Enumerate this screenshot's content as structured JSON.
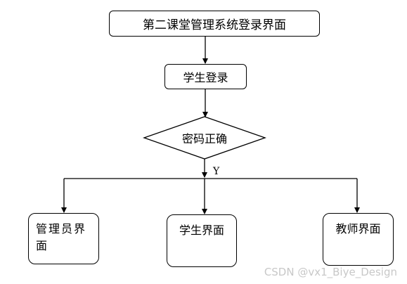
{
  "diagram": {
    "title": "第二课堂管理系统登录界面",
    "login": "学生登录",
    "decision": "密码正确",
    "branch_yes": "Y",
    "targets": [
      {
        "label": "管理员界面"
      },
      {
        "label": "学生界面"
      },
      {
        "label": "教师界面"
      }
    ]
  },
  "watermark": "CSDN @vx1_Biye_Design"
}
